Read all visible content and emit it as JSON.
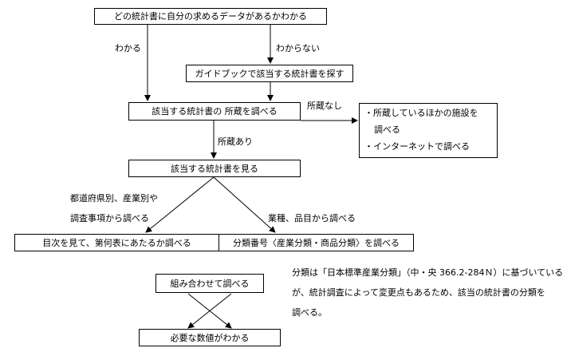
{
  "boxes": {
    "start": "どの統計書に自分の求めるデータがあるかわかる",
    "guidebook": "ガイドブックで該当する統計書を探す",
    "check_holding": "該当する統計書の 所蔵を調べる",
    "other_facility_line1": "・所蔵しているほかの施設を",
    "other_facility_line2": "調べる",
    "internet": "・インターネットで調べる",
    "view_book": "該当する統計書を見る",
    "toc": "目次を見て、第何表にあたるか調べる",
    "classification": "分類番号〈産業分類・商品分類〉を調べる",
    "combine": "組み合わせて調べる",
    "result": "必要な数値がわかる"
  },
  "labels": {
    "known": "わかる",
    "unknown": "わからない",
    "not_held": "所蔵なし",
    "held": "所蔵あり",
    "by_region_line1": "都道府県別、産業別や",
    "by_region_line2": "調査事項から調べる",
    "by_industry": "業種、品目から調べる"
  },
  "note": {
    "line1": "分類は「日本標準産業分類」（中・央 366.2-284Ｎ）に基づいている",
    "line2": "が、統計調査によって変更点もあるため、該当の統計書の分類を",
    "line3": "調べる。"
  }
}
